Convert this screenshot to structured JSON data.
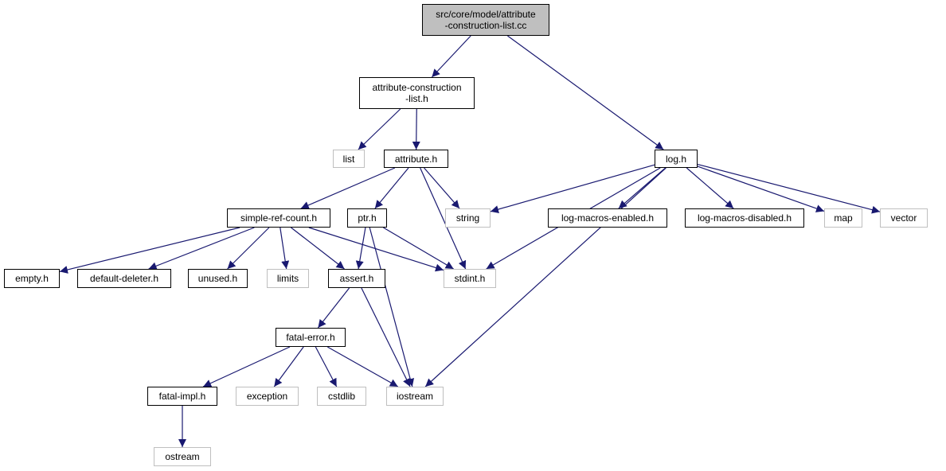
{
  "graph": {
    "nodes": [
      {
        "id": "root",
        "label": "src/core/model/attribute\n-construction-list.cc",
        "kind": "root"
      },
      {
        "id": "acl",
        "label": "attribute-construction\n-list.h",
        "kind": "header"
      },
      {
        "id": "log",
        "label": "log.h",
        "kind": "header"
      },
      {
        "id": "list",
        "label": "list",
        "kind": "external"
      },
      {
        "id": "attr",
        "label": "attribute.h",
        "kind": "header"
      },
      {
        "id": "src",
        "label": "simple-ref-count.h",
        "kind": "header"
      },
      {
        "id": "ptr",
        "label": "ptr.h",
        "kind": "header"
      },
      {
        "id": "string",
        "label": "string",
        "kind": "external"
      },
      {
        "id": "lme",
        "label": "log-macros-enabled.h",
        "kind": "header"
      },
      {
        "id": "lmd",
        "label": "log-macros-disabled.h",
        "kind": "header"
      },
      {
        "id": "map",
        "label": "map",
        "kind": "external"
      },
      {
        "id": "vector",
        "label": "vector",
        "kind": "external"
      },
      {
        "id": "empty",
        "label": "empty.h",
        "kind": "header"
      },
      {
        "id": "dd",
        "label": "default-deleter.h",
        "kind": "header"
      },
      {
        "id": "unused",
        "label": "unused.h",
        "kind": "header"
      },
      {
        "id": "limits",
        "label": "limits",
        "kind": "external"
      },
      {
        "id": "assert",
        "label": "assert.h",
        "kind": "header"
      },
      {
        "id": "stdint",
        "label": "stdint.h",
        "kind": "external"
      },
      {
        "id": "fe",
        "label": "fatal-error.h",
        "kind": "header"
      },
      {
        "id": "fi",
        "label": "fatal-impl.h",
        "kind": "header"
      },
      {
        "id": "exception",
        "label": "exception",
        "kind": "external"
      },
      {
        "id": "cstdlib",
        "label": "cstdlib",
        "kind": "external"
      },
      {
        "id": "iostream",
        "label": "iostream",
        "kind": "external"
      },
      {
        "id": "ostream",
        "label": "ostream",
        "kind": "external"
      }
    ],
    "edges": [
      [
        "root",
        "acl"
      ],
      [
        "root",
        "log"
      ],
      [
        "acl",
        "list"
      ],
      [
        "acl",
        "attr"
      ],
      [
        "attr",
        "src"
      ],
      [
        "attr",
        "ptr"
      ],
      [
        "attr",
        "string"
      ],
      [
        "attr",
        "stdint"
      ],
      [
        "log",
        "string"
      ],
      [
        "log",
        "stdint"
      ],
      [
        "log",
        "lme"
      ],
      [
        "log",
        "lmd"
      ],
      [
        "log",
        "map"
      ],
      [
        "log",
        "vector"
      ],
      [
        "log",
        "iostream"
      ],
      [
        "src",
        "empty"
      ],
      [
        "src",
        "dd"
      ],
      [
        "src",
        "unused"
      ],
      [
        "src",
        "limits"
      ],
      [
        "src",
        "assert"
      ],
      [
        "src",
        "stdint"
      ],
      [
        "ptr",
        "assert"
      ],
      [
        "ptr",
        "stdint"
      ],
      [
        "ptr",
        "iostream"
      ],
      [
        "assert",
        "fe"
      ],
      [
        "assert",
        "iostream"
      ],
      [
        "fe",
        "fi"
      ],
      [
        "fe",
        "exception"
      ],
      [
        "fe",
        "cstdlib"
      ],
      [
        "fe",
        "iostream"
      ],
      [
        "fi",
        "ostream"
      ]
    ],
    "colors": {
      "edge": "#191970",
      "root_fill": "#bfbfbf",
      "header_border": "#000000",
      "external_border": "#bfbfbf"
    }
  }
}
